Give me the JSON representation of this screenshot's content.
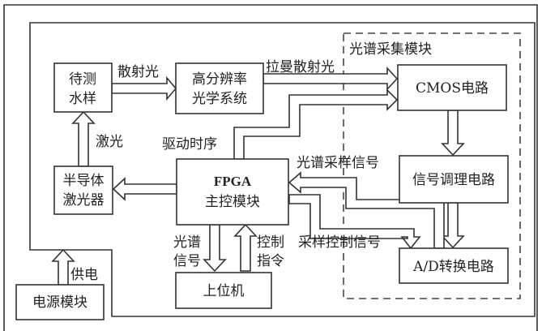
{
  "diagram": {
    "module_label": "光谱采集模块",
    "blocks": {
      "sample": [
        "待测",
        "水样"
      ],
      "optics": [
        "高分辨率",
        "光学系统"
      ],
      "laser": [
        "半导体",
        "激光器"
      ],
      "fpga": [
        "FPGA",
        "主控模块"
      ],
      "host": "上位机",
      "power": "电源模块",
      "cmos": "CMOS电路",
      "conditioning": "信号调理电路",
      "adc": "A/D转换电路"
    },
    "edges": {
      "scattered_light": "散射光",
      "raman_light": "拉曼散射光",
      "laser_light": "激光",
      "drive_timing": "驱动时序",
      "spectral_sampling": "光谱采样信号",
      "sampling_control": "采样控制信号",
      "spectral_signal": [
        "光谱",
        "信号"
      ],
      "control_cmd": [
        "控制",
        "指令"
      ],
      "power_supply": "供电"
    }
  }
}
